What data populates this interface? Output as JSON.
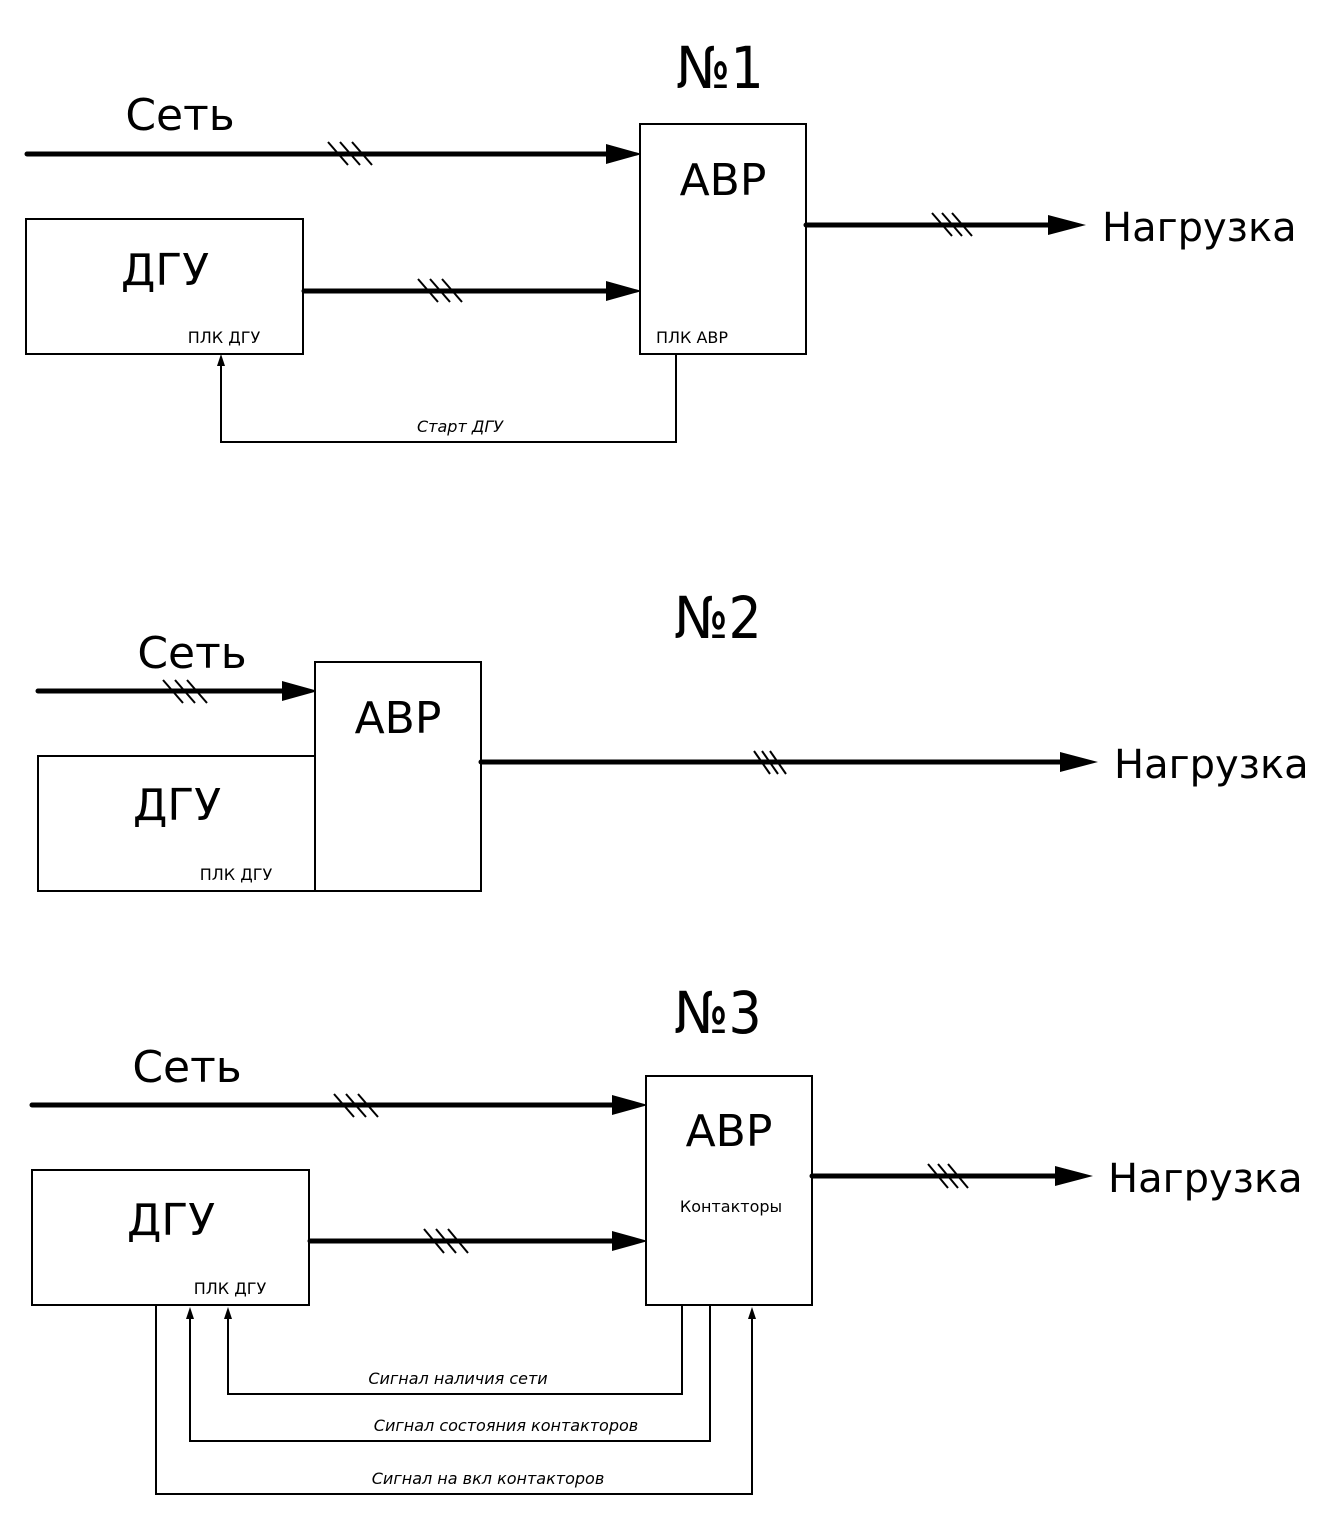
{
  "diagrams": [
    {
      "id": "scheme-1",
      "title": "№1",
      "grid_label": "Сеть",
      "generator": {
        "label": "ДГУ",
        "plc_label": "ПЛК ДГУ"
      },
      "ats": {
        "label": "АВР",
        "plc_label": "ПЛК АВР"
      },
      "load_label": "Нагрузка",
      "power_lines": [
        {
          "from": "grid",
          "to": "ats",
          "phases": 3
        },
        {
          "from": "generator",
          "to": "ats",
          "phases": 3
        },
        {
          "from": "ats",
          "to": "load",
          "phases": 3
        }
      ],
      "signals": [
        {
          "label": "Старт ДГУ",
          "from": "ats",
          "to": "generator"
        }
      ]
    },
    {
      "id": "scheme-2",
      "title": "№2",
      "grid_label": "Сеть",
      "generator": {
        "label": "ДГУ",
        "plc_label": "ПЛК ДГУ"
      },
      "ats": {
        "label": "АВР"
      },
      "load_label": "Нагрузка",
      "power_lines": [
        {
          "from": "grid",
          "to": "ats",
          "phases": 3
        },
        {
          "from": "ats",
          "to": "load",
          "phases": 3
        }
      ],
      "signals": []
    },
    {
      "id": "scheme-3",
      "title": "№3",
      "grid_label": "Сеть",
      "generator": {
        "label": "ДГУ",
        "plc_label": "ПЛК ДГУ"
      },
      "ats": {
        "label": "АВР",
        "sub_label": "Контакторы"
      },
      "load_label": "Нагрузка",
      "power_lines": [
        {
          "from": "grid",
          "to": "ats",
          "phases": 3
        },
        {
          "from": "generator",
          "to": "ats",
          "phases": 3
        },
        {
          "from": "ats",
          "to": "load",
          "phases": 3
        }
      ],
      "signals": [
        {
          "label": "Сигнал наличия сети",
          "from": "ats",
          "to": "generator"
        },
        {
          "label": "Сигнал состояния контакторов",
          "from": "ats",
          "to": "generator"
        },
        {
          "label": "Сигнал на вкл контакторов",
          "from": "generator",
          "to": "ats"
        }
      ]
    }
  ]
}
